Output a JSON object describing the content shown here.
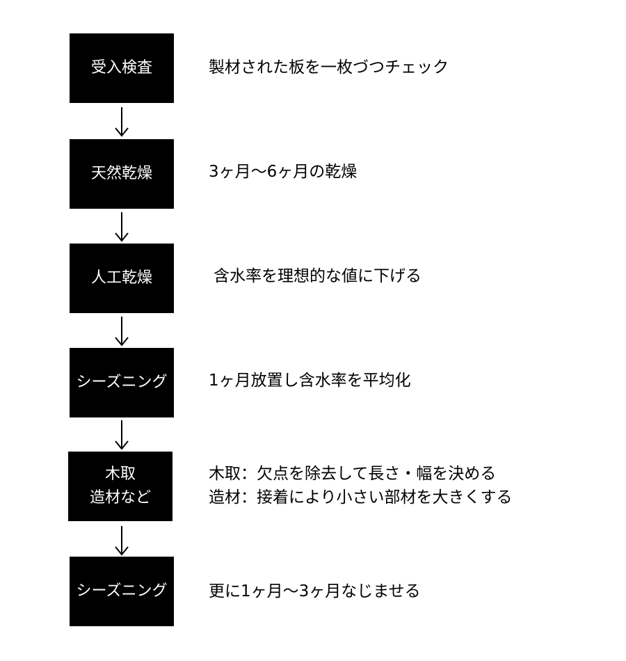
{
  "colors": {
    "box_fill": "#000000",
    "box_text": "#ffffff",
    "desc_text": "#000000",
    "arrow": "#000000",
    "background": "#ffffff"
  },
  "steps": [
    {
      "label": [
        "受入検査"
      ],
      "description": [
        "製材された板を一枚づつチェック"
      ]
    },
    {
      "label": [
        "天然乾燥"
      ],
      "description": [
        "3ヶ月〜6ヶ月の乾燥"
      ]
    },
    {
      "label": [
        "人工乾燥"
      ],
      "description": [
        "含水率を理想的な値に下げる"
      ]
    },
    {
      "label": [
        "シーズニング"
      ],
      "description": [
        "1ヶ月放置し含水率を平均化"
      ]
    },
    {
      "label": [
        "木取",
        "造材など"
      ],
      "description": [
        "木取：欠点を除去して長さ・幅を決める",
        "造材：接着により小さい部材を大きくする"
      ]
    },
    {
      "label": [
        "シーズニング"
      ],
      "description": [
        "更に1ヶ月〜3ヶ月なじませる"
      ]
    }
  ],
  "icons": {
    "connector": "down-arrow-icon"
  }
}
